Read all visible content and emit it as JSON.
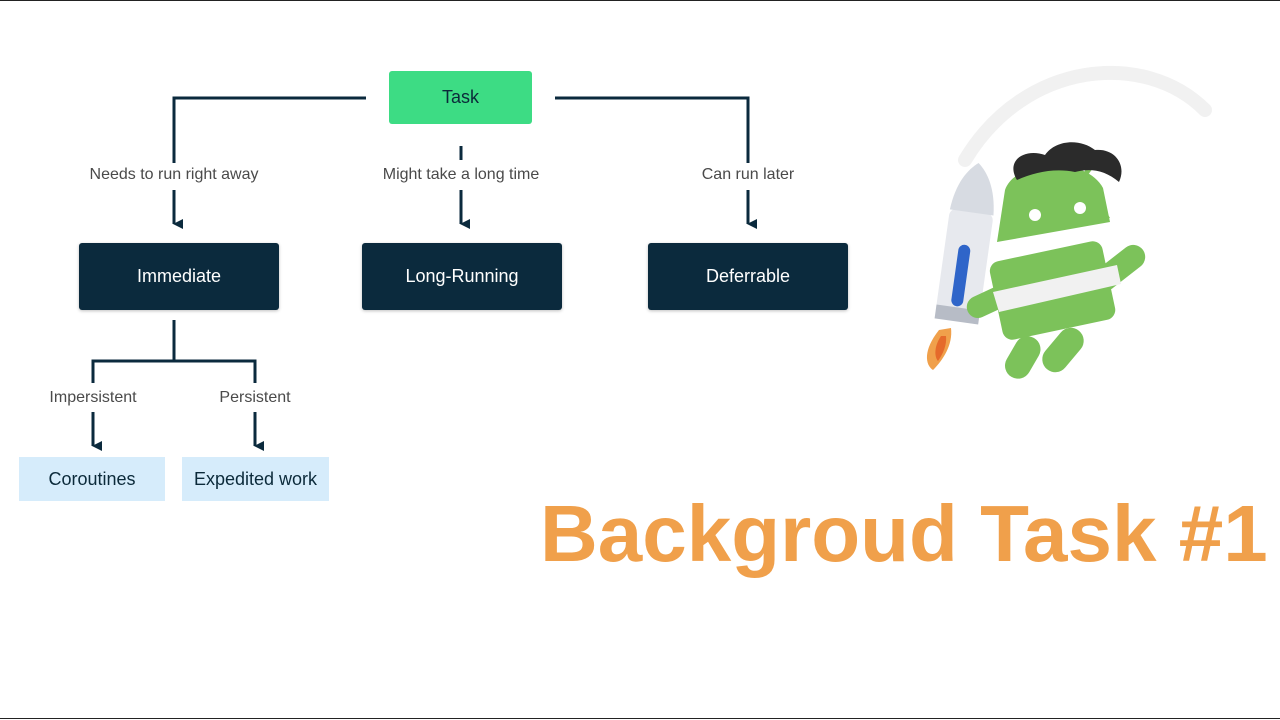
{
  "diagram": {
    "root": {
      "label": "Task"
    },
    "branches": [
      {
        "edge_label": "Needs to run right away",
        "node": "Immediate"
      },
      {
        "edge_label": "Might take a long time",
        "node": "Long-Running"
      },
      {
        "edge_label": "Can run later",
        "node": "Deferrable"
      }
    ],
    "sub_branches": [
      {
        "edge_label": "Impersistent",
        "node": "Coroutines"
      },
      {
        "edge_label": "Persistent",
        "node": "Expedited work"
      }
    ]
  },
  "title": {
    "text": "Backgroud Task #1",
    "color": "#f0a04b"
  },
  "colors": {
    "root_fill": "#3ddc84",
    "primary_node_fill": "#0b2a3d",
    "leaf_node_fill": "#d6ecfb",
    "connector": "#0b2a3d",
    "android_green": "#7cc25a"
  },
  "illustration": {
    "icon": "android-rocket-mascot-icon"
  }
}
